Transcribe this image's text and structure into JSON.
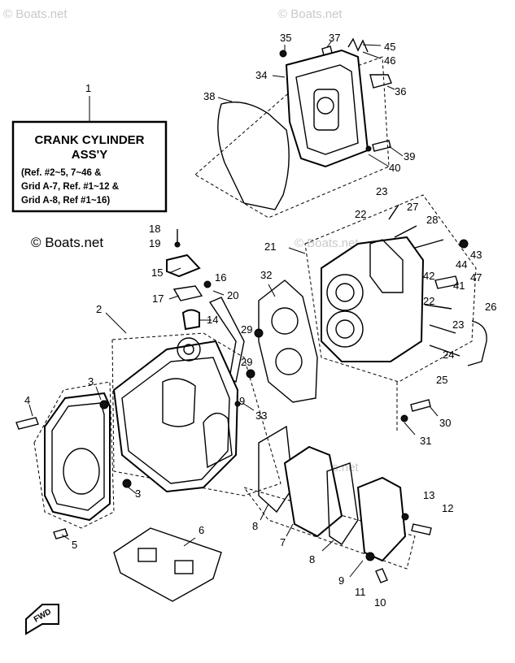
{
  "watermarks": [
    "© Boats.net",
    "© Boats.net",
    "© Boats.net",
    "© Boats.net",
    "© Boats.net"
  ],
  "assembly_box": {
    "ref_number": "1",
    "title_line1": "CRANK CYLINDER",
    "title_line2": "ASS'Y",
    "note_line1": "(Ref. #2~5, 7~46 &",
    "note_line2": "Grid A-7, Ref. #1~12 &",
    "note_line3": "Grid A-8, Ref #1~16)"
  },
  "front_arrow_label": "FWD",
  "callouts": {
    "c2": "2",
    "c3a": "3",
    "c3b": "3",
    "c4": "4",
    "c5": "5",
    "c6": "6",
    "c7": "7",
    "c8a": "8",
    "c8b": "8",
    "c9a": "9",
    "c9b": "9",
    "c10": "10",
    "c11": "11",
    "c12": "12",
    "c13": "13",
    "c14": "14",
    "c15": "15",
    "c16": "16",
    "c17": "17",
    "c18": "18",
    "c19": "19",
    "c20": "20",
    "c21": "21",
    "c22a": "22",
    "c22b": "22",
    "c23a": "23",
    "c23b": "23",
    "c24": "24",
    "c25": "25",
    "c26": "26",
    "c27": "27",
    "c28": "28",
    "c29a": "29",
    "c29b": "29",
    "c30": "30",
    "c31": "31",
    "c32": "32",
    "c33": "33",
    "c34": "34",
    "c35": "35",
    "c36": "36",
    "c37": "37",
    "c38": "38",
    "c39": "39",
    "c40": "40",
    "c41": "41",
    "c42": "42",
    "c43": "43",
    "c44": "44",
    "c45": "45",
    "c46": "46",
    "c47": "47"
  }
}
